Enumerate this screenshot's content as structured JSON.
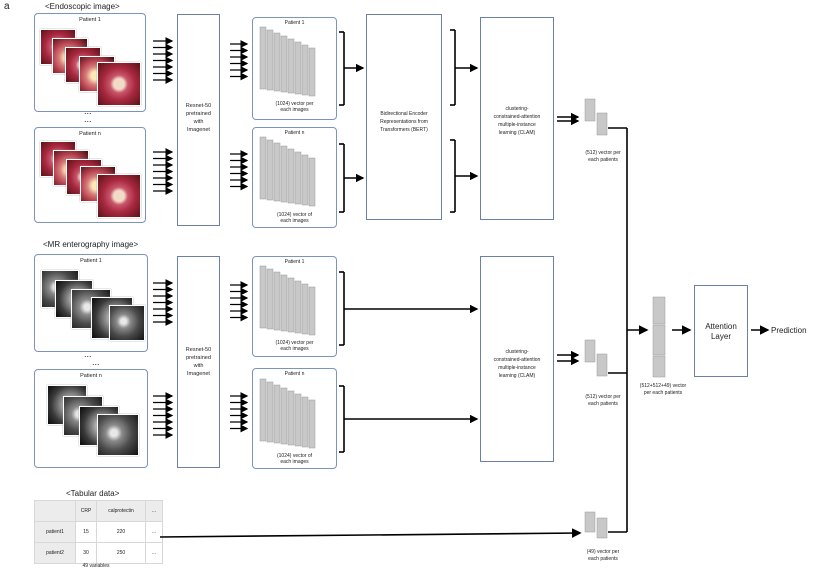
{
  "panel_label": "a",
  "sections": {
    "endoscopic": "<Endoscopic image>",
    "mr": "<MR enterography image>",
    "tabular": "<Tabular data>"
  },
  "patient_labels": {
    "first": "Patient 1",
    "nth": "Patient n"
  },
  "ellipsis": "...",
  "resnet": {
    "line1": "Resnet-50",
    "line2": "pretrained",
    "line3": "with",
    "line4": "Imagenet"
  },
  "vectors": {
    "per_image_a": "(1024) vector per",
    "per_image_b": "each images",
    "of_image_a": "(1024) vector of",
    "of_image_b": "each images",
    "per_patient_a": "(512) vector per",
    "per_patient_b": "each patients",
    "tab_a": "(49) vector per",
    "tab_b": "each patients",
    "concat_a": "(512+512+49) vector",
    "concat_b": "per each patients"
  },
  "bert": {
    "line1": "Bidirectional Encoder",
    "line2": "Representations from",
    "line3": "Transformers (BERT)"
  },
  "clam": {
    "line1": "clustering-",
    "line2": "constrained-attention",
    "line3": "multiple-instance",
    "line4": "learning (CLAM)"
  },
  "attention": {
    "line1": "Attention",
    "line2": "Layer"
  },
  "prediction": "Prediction",
  "table": {
    "headers": [
      "",
      "CRP",
      "calprotectin",
      "..."
    ],
    "rows": [
      [
        "patient1",
        "15",
        "220",
        "..."
      ],
      [
        "patient2",
        "30",
        "250",
        "..."
      ]
    ],
    "footer": "49 variables"
  }
}
